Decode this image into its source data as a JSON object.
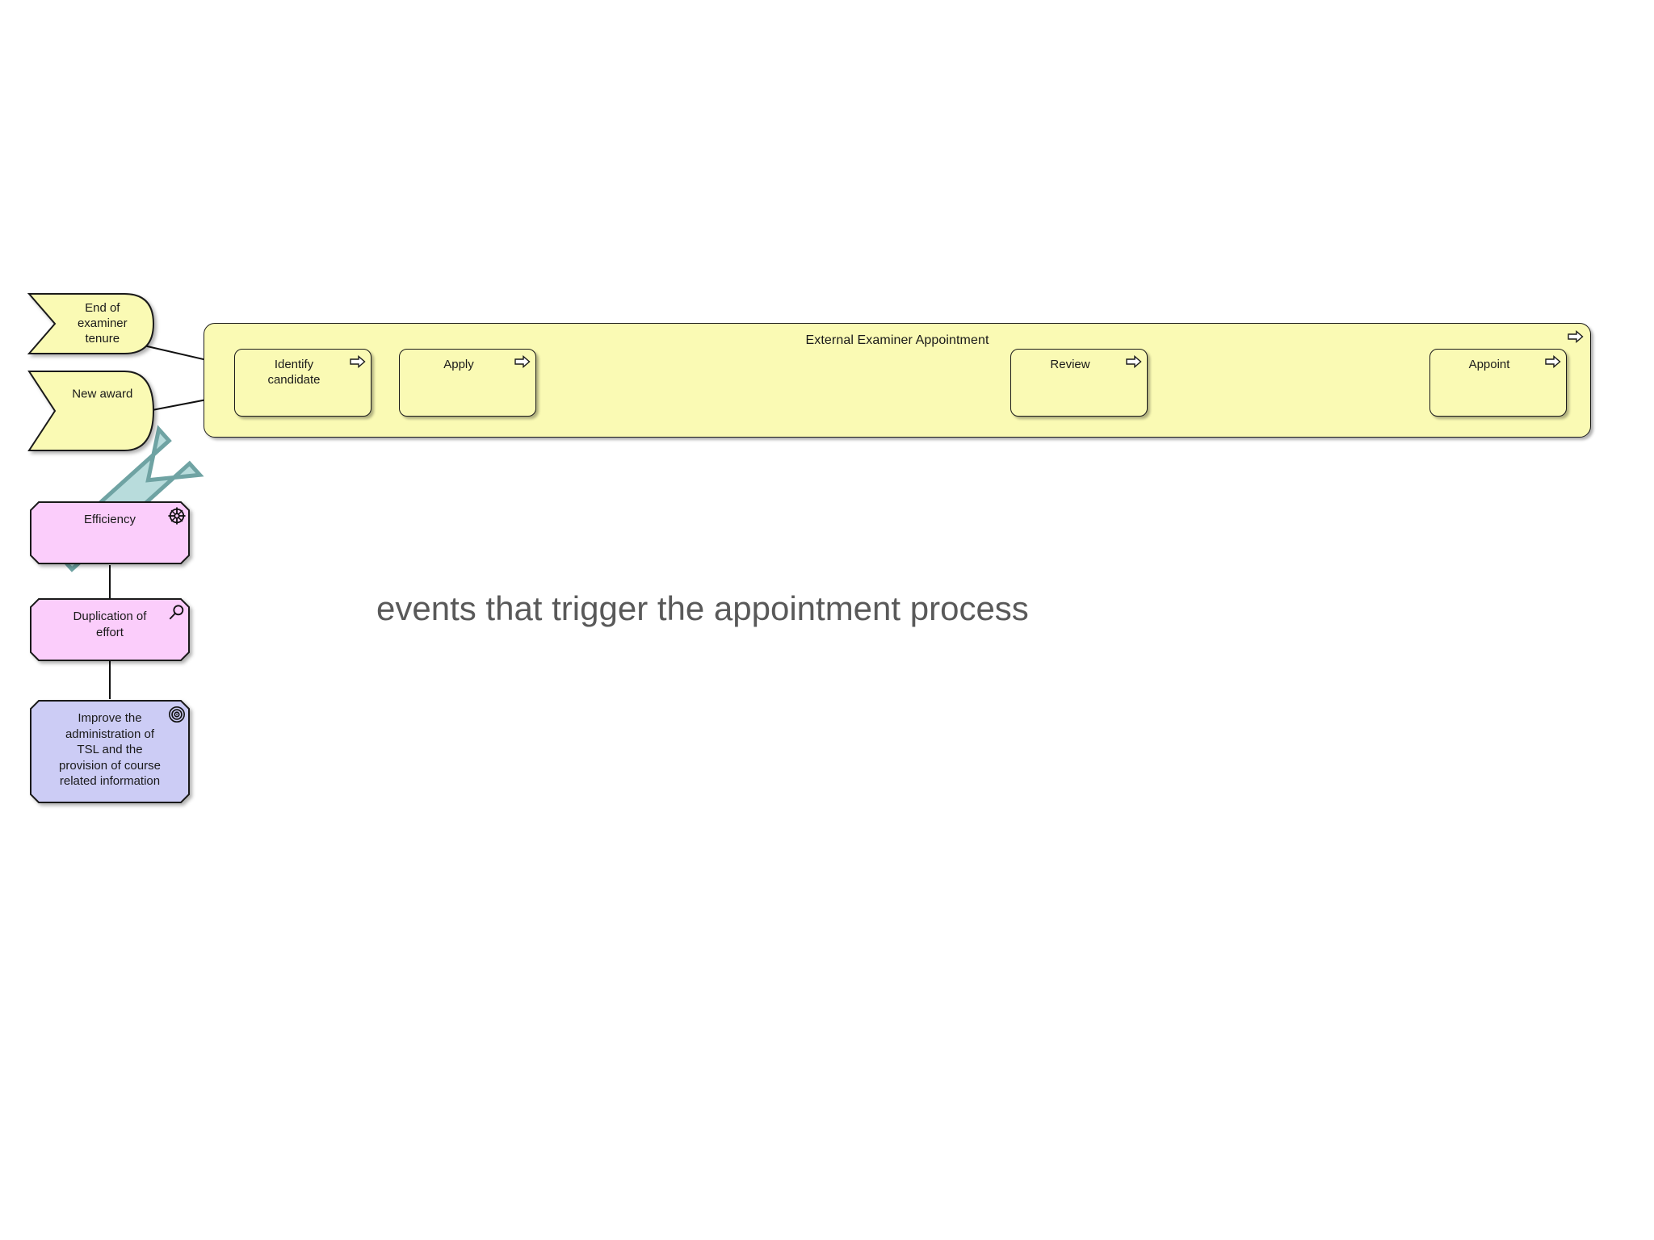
{
  "diagram": {
    "title": "External Examiner Appointment",
    "annotation": "events that trigger the appointment process",
    "colors": {
      "process_fill": "#FAFAB4",
      "event_fill": "#FAFAB4",
      "driver_fill": "#FBCDFB",
      "assessment_fill": "#FBCDFB",
      "goal_fill": "#CCCCF5",
      "outline": "#1A1A1A",
      "annotation_text": "#595959",
      "callout_arrow_fill": "#B8DCDC",
      "callout_arrow_border": "#6FA3A3"
    }
  },
  "events": [
    {
      "id": "end-of-examiner-tenure",
      "label": "End of\nexaminer\ntenure"
    },
    {
      "id": "new-award",
      "label": "New award"
    }
  ],
  "processes": [
    {
      "id": "identify-candidate",
      "label": "Identify\ncandidate",
      "icon": "process-arrow-icon"
    },
    {
      "id": "apply",
      "label": "Apply",
      "icon": "process-arrow-icon"
    },
    {
      "id": "review",
      "label": "Review",
      "icon": "process-arrow-icon"
    },
    {
      "id": "appoint",
      "label": "Appoint",
      "icon": "process-arrow-icon"
    }
  ],
  "motivation": [
    {
      "id": "efficiency",
      "label": "Efficiency",
      "type": "driver",
      "icon": "driver-wheel-icon"
    },
    {
      "id": "duplication-of-effort",
      "label": "Duplication of\neffort",
      "type": "assessment",
      "icon": "assessment-magnifier-icon"
    },
    {
      "id": "improve-administration",
      "label": "Improve the\nadministration of\nTSL and the\nprovision of course\nrelated information",
      "type": "goal",
      "icon": "goal-target-icon"
    }
  ],
  "connections": [
    {
      "from": "end-of-examiner-tenure",
      "to": "identify-candidate",
      "arrow": true
    },
    {
      "from": "new-award",
      "to": "identify-candidate",
      "arrow": true
    },
    {
      "from": "identify-candidate",
      "to": "apply",
      "arrow": true
    },
    {
      "from": "apply",
      "to": "review",
      "arrow": true
    },
    {
      "from": "review",
      "to": "appoint",
      "arrow": true
    },
    {
      "from": "efficiency",
      "to": "duplication-of-effort",
      "arrow": false
    },
    {
      "from": "duplication-of-effort",
      "to": "improve-administration",
      "arrow": false
    }
  ]
}
